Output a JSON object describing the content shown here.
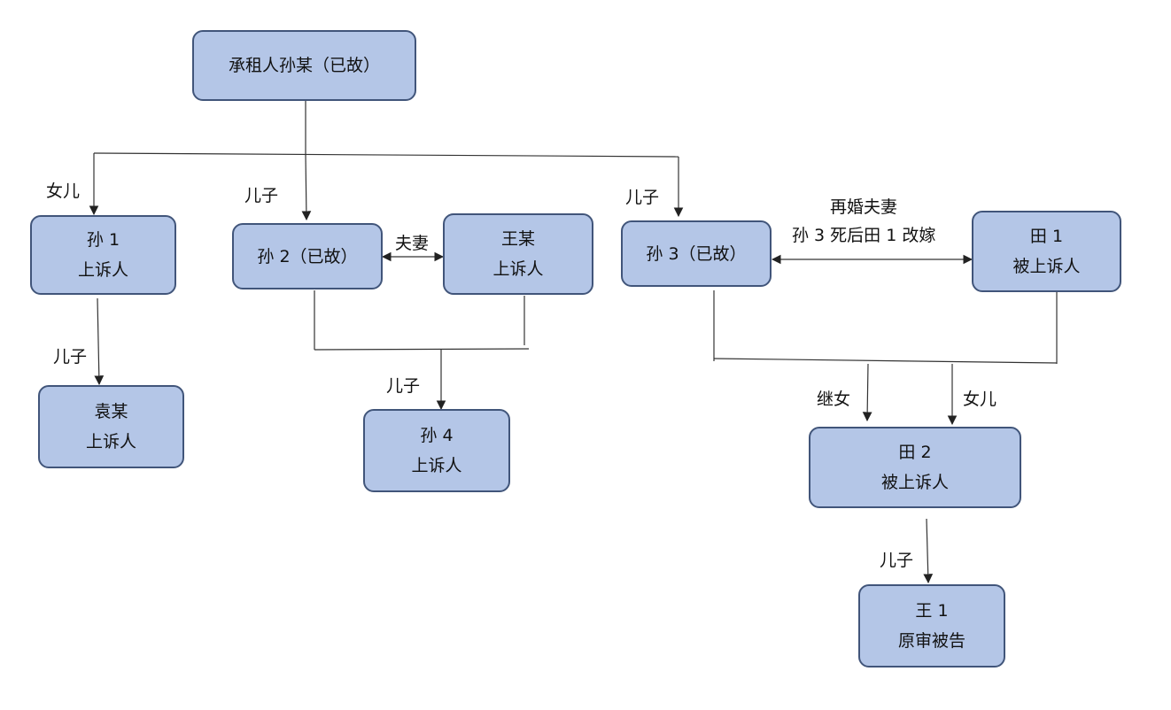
{
  "nodes": {
    "sun_root": {
      "line1": "承租人孙某（已故）"
    },
    "sun1": {
      "line1": "孙 1",
      "line2": "上诉人"
    },
    "sun2": {
      "line1": "孙 2（已故）"
    },
    "wang": {
      "line1": "王某",
      "line2": "上诉人"
    },
    "sun3": {
      "line1": "孙 3（已故）"
    },
    "tian1": {
      "line1": "田 1",
      "line2": "被上诉人"
    },
    "yuan": {
      "line1": "袁某",
      "line2": "上诉人"
    },
    "sun4": {
      "line1": "孙 4",
      "line2": "上诉人"
    },
    "tian2": {
      "line1": "田 2",
      "line2": "被上诉人"
    },
    "wang1": {
      "line1": "王 1",
      "line2": "原审被告"
    }
  },
  "labels": {
    "daughter_sun1": "女儿",
    "son_sun2": "儿子",
    "son_sun3": "儿子",
    "spouse_sun2_wang": "夫妻",
    "remarried_line1": "再婚夫妻",
    "remarried_line2": "孙 3 死后田 1 改嫁",
    "son_yuan": "儿子",
    "son_sun4": "儿子",
    "stepdaughter_tian2": "继女",
    "daughter_tian2": "女儿",
    "son_wang1": "儿子"
  },
  "colors": {
    "box_fill": "#b4c6e7",
    "box_border": "#41557a",
    "line": "#333333"
  }
}
